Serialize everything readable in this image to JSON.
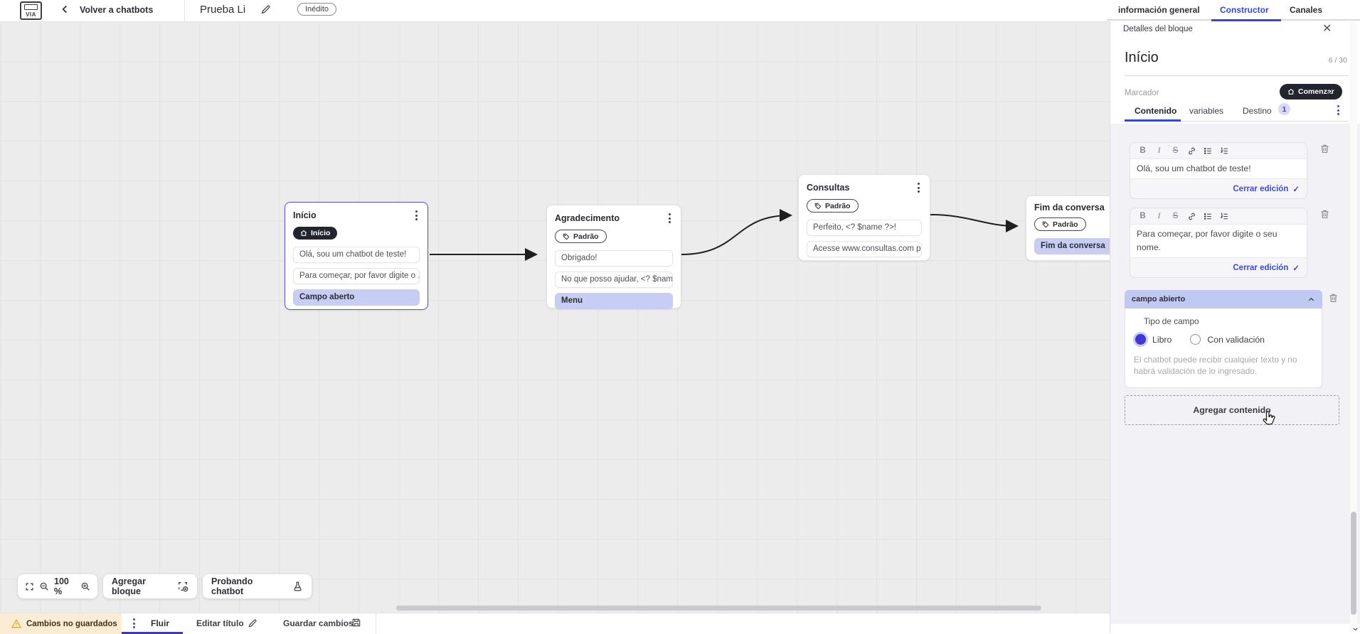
{
  "header": {
    "logo_text": "VIA",
    "back_label": "Volver a chatbots",
    "title": "Prueba Li",
    "status_badge": "Inédito",
    "tabs": {
      "general": "información general",
      "builder": "Constructor",
      "channels": "Canales"
    }
  },
  "canvas": {
    "zoom_level": "100 %",
    "toolbar": {
      "add_block": "Agregar bloque",
      "test_chatbot": "Probando chatbot"
    },
    "blocks": [
      {
        "title": "Início",
        "badge": "Início",
        "items": [
          {
            "text": "Olá, sou um chatbot de teste!",
            "highlight": false
          },
          {
            "text": "Para começar, por favor digite o ...",
            "highlight": false
          },
          {
            "text": "Campo aberto",
            "highlight": true
          }
        ]
      },
      {
        "title": "Agradecimento",
        "badge": "Padrão",
        "items": [
          {
            "text": "Obrigado!",
            "highlight": false
          },
          {
            "text": "No que posso ajudar, <? $name ...",
            "highlight": false
          },
          {
            "text": "Menu",
            "highlight": true
          }
        ]
      },
      {
        "title": "Consultas",
        "badge": "Padrão",
        "items": [
          {
            "text": "Perfeito, <? $name ?>!",
            "highlight": false
          },
          {
            "text": "Acesse www.consultas.com par...",
            "highlight": false
          }
        ]
      },
      {
        "title": "Fim da conversa",
        "badge": "Padrão",
        "items": [
          {
            "text": "Fim da conversa",
            "highlight": true
          }
        ]
      }
    ]
  },
  "panel": {
    "header": "Detalles del bloque",
    "block_name": "Início",
    "name_counter": "6 / 30",
    "marker_label": "Marcador",
    "marker_value": "Comenzar",
    "tabs": {
      "content": "Contenido",
      "variables": "variables",
      "destination": "Destino",
      "destination_badge": "1"
    },
    "editors": [
      {
        "text": "Olá, sou um chatbot de teste!",
        "close_label": "Cerrar edición"
      },
      {
        "text": "Para começar, por favor digite o seu nome.",
        "close_label": "Cerrar edición"
      }
    ],
    "open_field": {
      "header": "campo abierto",
      "type_label": "Tipo de campo",
      "option_free": "Libro",
      "option_validated": "Con validación",
      "helper": "El chatbot puede recibir cualquier texto y no habrá validación de lo ingresado."
    },
    "add_content_label": "Agregar contenido"
  },
  "bottombar": {
    "unsaved": "Cambios no guardados",
    "flow_tab": "Fluir",
    "edit_title": "Editar título",
    "save": "Guardar cambios"
  },
  "colors": {
    "accent_blue": "#3348d6",
    "highlight_row": "#c7cdf3",
    "open_field_header": "#c0c9f2",
    "dark_pill": "#23252e",
    "selected_block_border": "#5a50d8",
    "unsaved_bg": "#fbecd3",
    "warning": "#dfa521"
  }
}
